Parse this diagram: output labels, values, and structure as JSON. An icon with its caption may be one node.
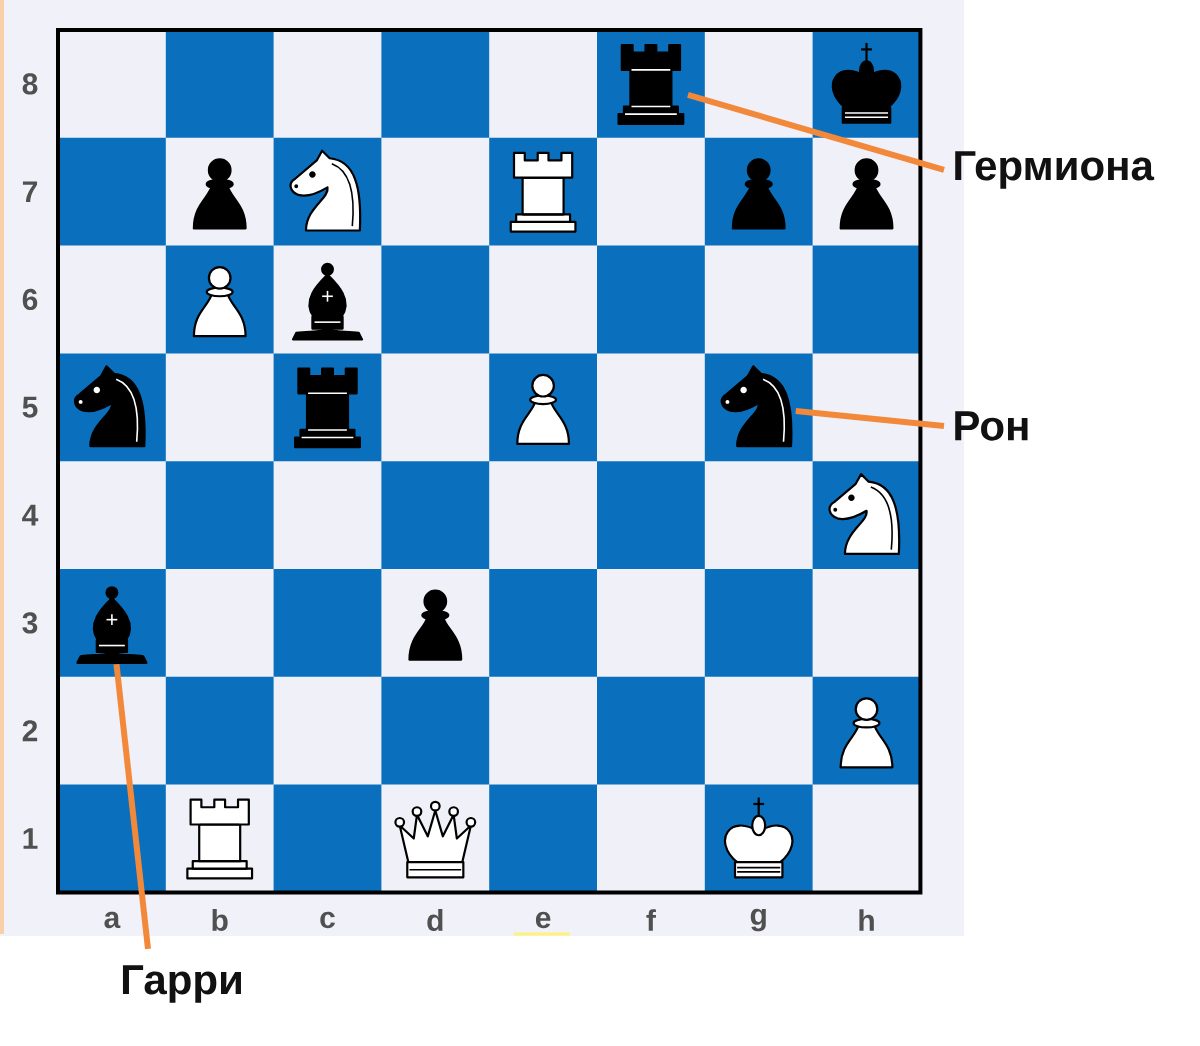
{
  "diagram": {
    "nodes": [
      {
        "text": [],
        "shape": "picture"
      },
      {
        "text": [],
        "shape": "picture"
      },
      {
        "text": [
          "Гермиона"
        ]
      },
      {
        "text": [],
        "shape": "picture"
      },
      {
        "text": [],
        "shape": "picture"
      },
      {
        "text": [],
        "shape": "picture"
      },
      {
        "text": [],
        "shape": "picture"
      },
      {
        "text": [],
        "shape": "picture"
      },
      {
        "text": [],
        "shape": "picture"
      },
      {
        "text": [],
        "shape": "picture"
      },
      {
        "text": [],
        "shape": "picture"
      },
      {
        "text": [],
        "shape": "picture"
      },
      {
        "text": [],
        "shape": "picture"
      },
      {
        "text": [],
        "shape": "picture"
      },
      {
        "text": [
          "Рон"
        ]
      },
      {
        "text": [],
        "shape": "picture"
      },
      {
        "text": [],
        "shape": "picture"
      },
      {
        "text": [],
        "shape": "picture"
      },
      {
        "text": [],
        "shape": "picture"
      },
      {
        "text": [],
        "shape": "picture"
      },
      {
        "text": [],
        "shape": "picture"
      },
      {
        "text": [],
        "shape": "picture"
      },
      {
        "text": [
          "Гарри"
        ]
      }
    ],
    "edges": [
      {
        "from": 2,
        "to": 0,
        "arrow": "none"
      },
      {
        "from": 14,
        "to": 13,
        "arrow": "none"
      },
      {
        "from": 22,
        "to": 16,
        "arrow": "none"
      }
    ],
    "labels": [
      "8",
      "7",
      "6",
      "5",
      "4",
      "3",
      "2",
      "1",
      "a",
      "b",
      "c",
      "d",
      "e",
      "f",
      "g",
      "h"
    ]
  }
}
